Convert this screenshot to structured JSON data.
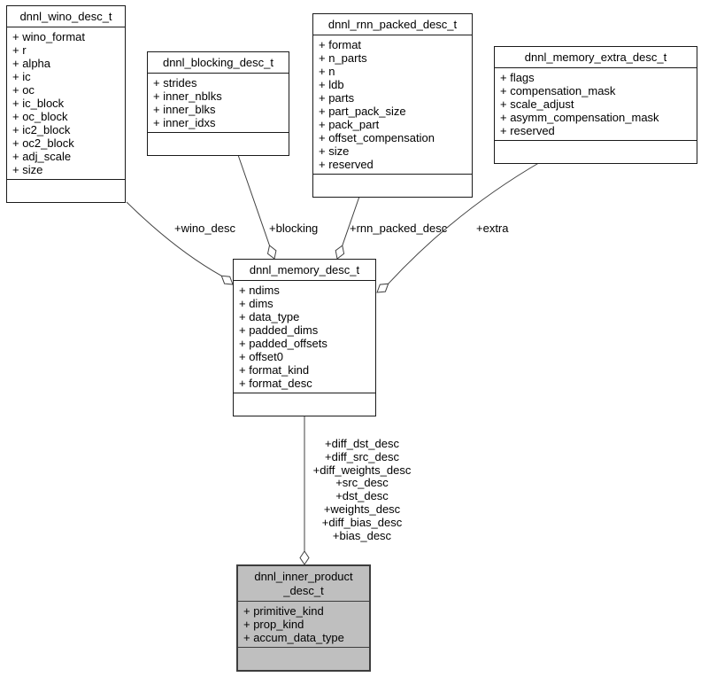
{
  "colors": {
    "background": "#ffffff",
    "node_fill": "#ffffff",
    "highlight_node_fill": "#bfbfbf",
    "node_border": "#1a1a1a",
    "edge_color": "#404040",
    "text_color": "#000000"
  },
  "classes": {
    "wino": {
      "title": "dnnl_wino_desc_t",
      "fields": [
        "+ wino_format",
        "+ r",
        "+ alpha",
        "+ ic",
        "+ oc",
        "+ ic_block",
        "+ oc_block",
        "+ ic2_block",
        "+ oc2_block",
        "+ adj_scale",
        "+ size"
      ]
    },
    "blocking": {
      "title": "dnnl_blocking_desc_t",
      "fields": [
        "+ strides",
        "+ inner_nblks",
        "+ inner_blks",
        "+ inner_idxs"
      ]
    },
    "rnn_packed": {
      "title": "dnnl_rnn_packed_desc_t",
      "fields": [
        "+ format",
        "+ n_parts",
        "+ n",
        "+ ldb",
        "+ parts",
        "+ part_pack_size",
        "+ pack_part",
        "+ offset_compensation",
        "+ size",
        "+ reserved"
      ]
    },
    "memory_extra": {
      "title": "dnnl_memory_extra_desc_t",
      "fields": [
        "+ flags",
        "+ compensation_mask",
        "+ scale_adjust",
        "+ asymm_compensation_mask",
        "+ reserved"
      ]
    },
    "memory": {
      "title": "dnnl_memory_desc_t",
      "fields": [
        "+ ndims",
        "+ dims",
        "+ data_type",
        "+ padded_dims",
        "+ padded_offsets",
        "+ offset0",
        "+ format_kind",
        "+ format_desc"
      ]
    },
    "inner_product": {
      "title_line1": "dnnl_inner_product",
      "title_line2": "_desc_t",
      "fields": [
        "+ primitive_kind",
        "+ prop_kind",
        "+ accum_data_type"
      ]
    }
  },
  "edges": {
    "wino": {
      "label": "+wino_desc"
    },
    "blocking": {
      "label": "+blocking"
    },
    "rnn_packed": {
      "label": "+rnn_packed_desc"
    },
    "extra": {
      "label": "+extra"
    },
    "inner_product": {
      "labels": [
        "+diff_dst_desc",
        "+diff_src_desc",
        "+diff_weights_desc",
        "+src_desc",
        "+dst_desc",
        "+weights_desc",
        "+diff_bias_desc",
        "+bias_desc"
      ]
    }
  }
}
